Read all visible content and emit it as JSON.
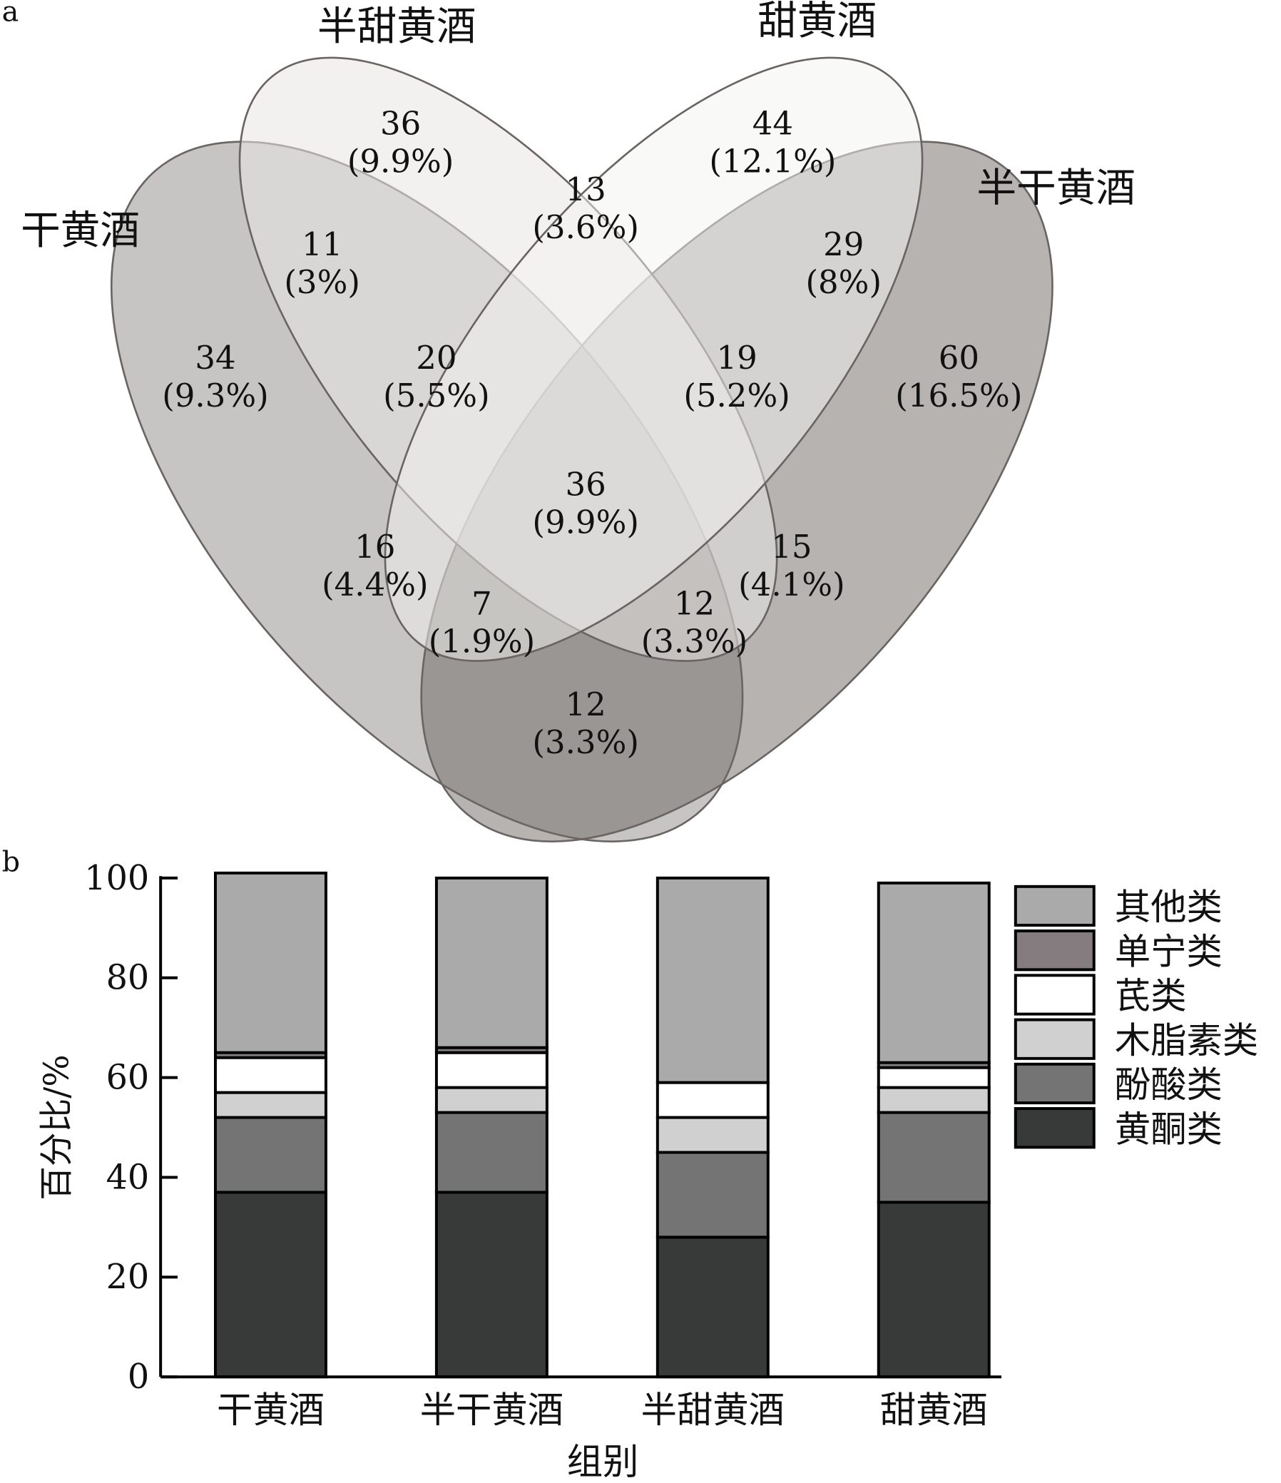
{
  "chart_data": [
    {
      "type": "venn",
      "panel_label": "a",
      "sets": [
        "干黄酒",
        "半甜黄酒",
        "甜黄酒",
        "半干黄酒"
      ],
      "regions": [
        {
          "sets": [
            "半甜黄酒"
          ],
          "count": "36",
          "percent": "(9.9%)"
        },
        {
          "sets": [
            "甜黄酒"
          ],
          "count": "44",
          "percent": "(12.1%)"
        },
        {
          "sets": [
            "半甜黄酒",
            "甜黄酒"
          ],
          "count": "13",
          "percent": "(3.6%)"
        },
        {
          "sets": [
            "干黄酒",
            "半甜黄酒"
          ],
          "count": "11",
          "percent": "(3%)"
        },
        {
          "sets": [
            "甜黄酒",
            "半干黄酒"
          ],
          "count": "29",
          "percent": "(8%)"
        },
        {
          "sets": [
            "干黄酒"
          ],
          "count": "34",
          "percent": "(9.3%)"
        },
        {
          "sets": [
            "干黄酒",
            "半甜黄酒",
            "甜黄酒"
          ],
          "count": "20",
          "percent": "(5.5%)"
        },
        {
          "sets": [
            "半甜黄酒",
            "甜黄酒",
            "半干黄酒"
          ],
          "count": "19",
          "percent": "(5.2%)"
        },
        {
          "sets": [
            "半干黄酒"
          ],
          "count": "60",
          "percent": "(16.5%)"
        },
        {
          "sets": [
            "干黄酒",
            "半甜黄酒",
            "甜黄酒",
            "半干黄酒"
          ],
          "count": "36",
          "percent": "(9.9%)"
        },
        {
          "sets": [
            "干黄酒",
            "甜黄酒"
          ],
          "count": "16",
          "percent": "(4.4%)"
        },
        {
          "sets": [
            "半甜黄酒",
            "半干黄酒"
          ],
          "count": "15",
          "percent": "(4.1%)"
        },
        {
          "sets": [
            "干黄酒",
            "甜黄酒",
            "半干黄酒"
          ],
          "count": "7",
          "percent": "(1.9%)"
        },
        {
          "sets": [
            "干黄酒",
            "半甜黄酒",
            "半干黄酒"
          ],
          "count": "12",
          "percent": "(3.3%)"
        },
        {
          "sets": [
            "干黄酒",
            "半干黄酒"
          ],
          "count": "12",
          "percent": "(3.3%)"
        }
      ]
    },
    {
      "type": "bar",
      "stacked": true,
      "panel_label": "b",
      "xlabel": "组别",
      "ylabel": "百分比/%",
      "ylim": [
        0,
        100
      ],
      "yticks": [
        "0",
        "20",
        "40",
        "60",
        "80",
        "100"
      ],
      "categories": [
        "干黄酒",
        "半干黄酒",
        "半甜黄酒",
        "甜黄酒"
      ],
      "legend_position": "right",
      "series": [
        {
          "name": "黄酮类",
          "color": "#383a39",
          "values": [
            37,
            37,
            28,
            35
          ]
        },
        {
          "name": "酚酸类",
          "color": "#747474",
          "values": [
            15,
            16,
            17,
            18
          ]
        },
        {
          "name": "木脂素类",
          "color": "#d0d0d0",
          "values": [
            5,
            5,
            7,
            5
          ]
        },
        {
          "name": "芪类",
          "color": "#ffffff",
          "values": [
            7,
            7,
            7,
            4
          ]
        },
        {
          "name": "单宁类",
          "color": "#857c80",
          "values": [
            1,
            1,
            0,
            1
          ]
        },
        {
          "name": "其他类",
          "color": "#aaaaaa",
          "values": [
            36,
            34,
            41,
            36
          ]
        }
      ]
    }
  ]
}
